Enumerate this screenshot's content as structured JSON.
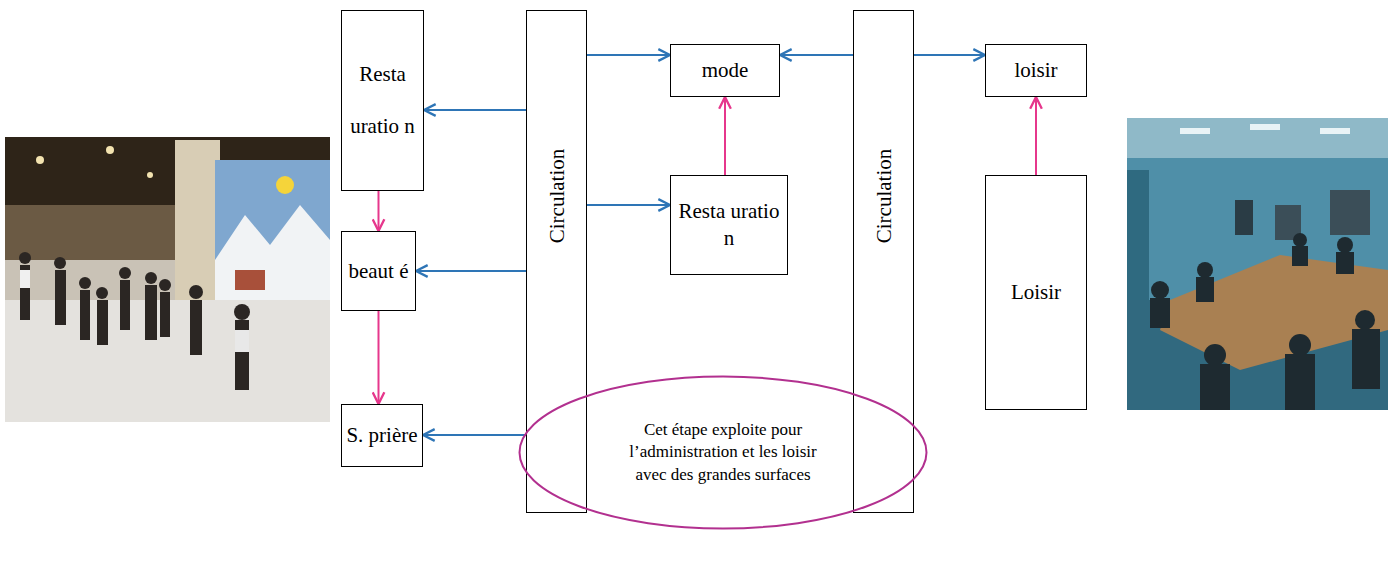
{
  "diagram": {
    "nodes": [
      {
        "text": [
          "Resta uratio n"
        ]
      },
      {
        "text": [
          "beaut é"
        ]
      },
      {
        "text": [
          "S. prière"
        ]
      },
      {
        "text": [
          "Circulation"
        ]
      },
      {
        "text": [
          "mode"
        ]
      },
      {
        "text": [
          "Resta uratio n"
        ]
      },
      {
        "text": [
          "Circulation"
        ]
      },
      {
        "text": [
          "loisir"
        ]
      },
      {
        "text": [
          "Loisir"
        ]
      },
      {
        "text": [
          "Cet étape exploite pour l’administration et les loisir avec des grandes surfaces"
        ]
      }
    ],
    "edges": [
      {
        "from": 3,
        "to": 0,
        "arrow": "to"
      },
      {
        "from": 0,
        "to": 1,
        "arrow": "to"
      },
      {
        "from": 3,
        "to": 1,
        "arrow": "to"
      },
      {
        "from": 1,
        "to": 2,
        "arrow": "to"
      },
      {
        "from": 3,
        "to": 2,
        "arrow": "to"
      },
      {
        "from": 3,
        "to": 4,
        "arrow": "to"
      },
      {
        "from": 3,
        "to": 5,
        "arrow": "to"
      },
      {
        "from": 5,
        "to": 4,
        "arrow": "to"
      },
      {
        "from": 6,
        "to": 4,
        "arrow": "to"
      },
      {
        "from": 6,
        "to": 7,
        "arrow": "to"
      },
      {
        "from": 8,
        "to": 7,
        "arrow": "to"
      }
    ]
  }
}
